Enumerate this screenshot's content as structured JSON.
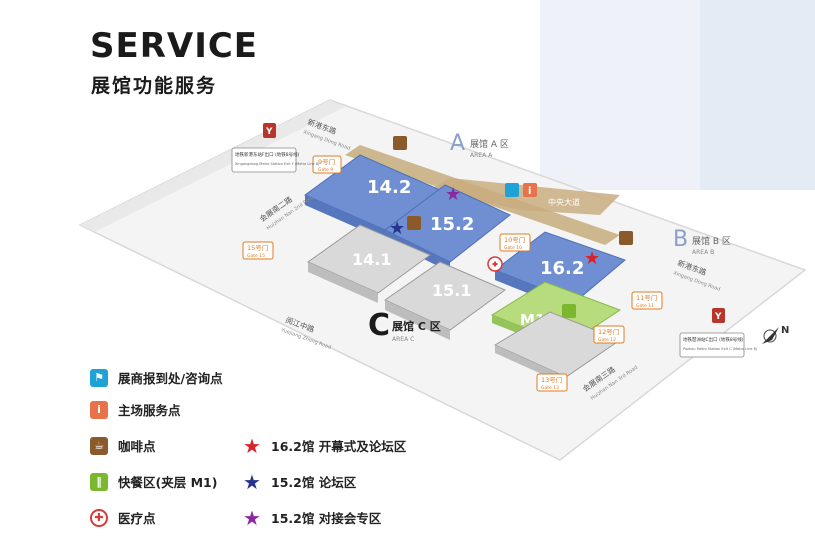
{
  "header": {
    "title": "SERVICE",
    "subtitle": "展馆功能服务"
  },
  "areas": {
    "a": {
      "letter": "A",
      "name": "展馆 A 区",
      "en": "AREA A"
    },
    "b": {
      "letter": "B",
      "name": "展馆 B 区",
      "en": "AREA B"
    },
    "c": {
      "letter": "C",
      "name": "展馆 C 区",
      "en": "AREA C"
    }
  },
  "halls": {
    "h142": "14.2",
    "h152": "15.2",
    "h162": "16.2",
    "h141": "14.1",
    "h151": "15.1",
    "m1": "M1"
  },
  "roads": {
    "xingang_east": "新港东路",
    "xingang_east_en": "Xingang Dong Road",
    "xingang_east2": "新港东路",
    "xingang_east2_en": "Xingang Dong Road",
    "yuejiang": "阅江中路",
    "yuejiang_en": "Yuejiang Zhong Road",
    "huizhan2": "会展南二路",
    "huizhan2_en": "Huizhan Nan 2nd Road",
    "huizhan3": "会展南三路",
    "huizhan3_en": "Huizhan Nan 3rd Road",
    "corridor": "中央大道"
  },
  "gates": {
    "g9": "9号门",
    "g9_en": "Gate 9",
    "g15": "15号门",
    "g15_en": "Gate 15",
    "g10": "10号门",
    "g10_en": "Gate 10",
    "g11": "11号门",
    "g11_en": "Gate 11",
    "g12": "12号门",
    "g12_en": "Gate 12",
    "g13": "13号门",
    "g13_en": "Gate 13"
  },
  "metro": {
    "north": "地铁新港东站F出口 (地铁8号线)",
    "north_en": "Xingangdong Metro Station Exit F (Metro Line 8)",
    "south": "地铁琶洲站C出口 (地铁8号线)",
    "south_en": "Pazhou Metro Station Exit C (Metro Line 8)",
    "north_arrow": "N"
  },
  "legend": [
    {
      "icon": "registration-icon",
      "label": "展商报到处/咨询点",
      "color": "#1fa3d6",
      "glyph": "⚑"
    },
    {
      "icon": "info-icon",
      "label": "主场服务点",
      "color": "#e8734a",
      "glyph": "i"
    },
    {
      "icon": "coffee-icon",
      "label": "咖啡点",
      "color": "#8a5a2b",
      "glyph": "☕"
    },
    {
      "icon": "food-icon",
      "label": "快餐区(夹层 M1)",
      "color": "#7cb82f",
      "glyph": "‖"
    },
    {
      "icon": "medical-icon",
      "label": "医疗点",
      "color": "#d93a3a",
      "glyph": "✚"
    }
  ],
  "legend_stars": [
    {
      "label": "16.2馆 开幕式及论坛区",
      "color": "#d8232a"
    },
    {
      "label": "15.2馆 论坛区",
      "color": "#26338e"
    },
    {
      "label": "15.2馆 对接会专区",
      "color": "#8b2a9e"
    }
  ]
}
